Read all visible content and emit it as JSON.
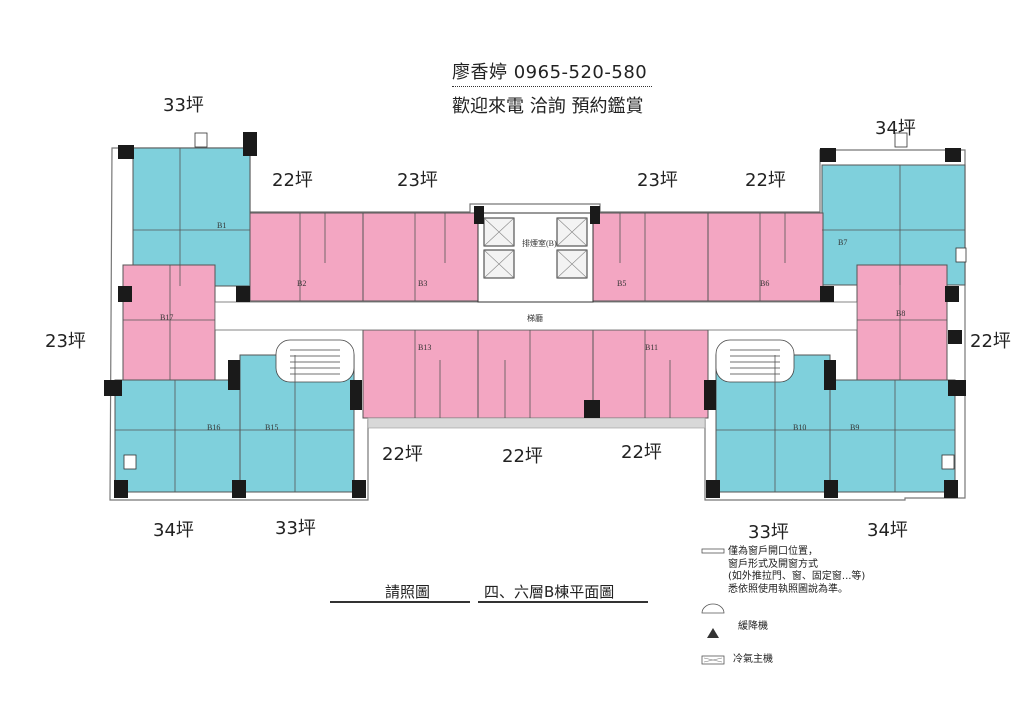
{
  "contact": {
    "name_phone": "廖香婷 0965-520-580",
    "tagline": "歡迎來電 洽詢 預約鑑賞"
  },
  "plan": {
    "title_left": "請照圖",
    "title_right": "四、六層B棟平面圖",
    "corridor_label": "梯廳",
    "lobby_label": "排煙室(B)"
  },
  "sizes": {
    "b1_top": "33坪",
    "b2": "22坪",
    "b3": "23坪",
    "b5": "23坪",
    "b6": "22坪",
    "b7": "34坪",
    "b17": "23坪",
    "b8": "22坪",
    "b13": "22坪",
    "b12": "22坪",
    "b11": "22坪",
    "b16": "34坪",
    "b15": "33坪",
    "b10": "33坪",
    "b9": "34坪"
  },
  "units": [
    "B1",
    "B2",
    "B3",
    "B5",
    "B6",
    "B7",
    "B17",
    "B8",
    "B13",
    "B11",
    "B16",
    "B15",
    "B10",
    "B9"
  ],
  "legend": {
    "window_note": [
      "僅為窗戶開口位置，",
      "窗戶形式及開窗方式",
      "(如外推拉門、窗、固定窗...等)",
      "悉依照使用執照圖說為準。"
    ],
    "descender": "緩降機",
    "ac_unit": "冷氣主機"
  },
  "colors": {
    "teal": "#7fd0dc",
    "pink": "#f3a6c2",
    "wall": "#1a1a1a"
  }
}
